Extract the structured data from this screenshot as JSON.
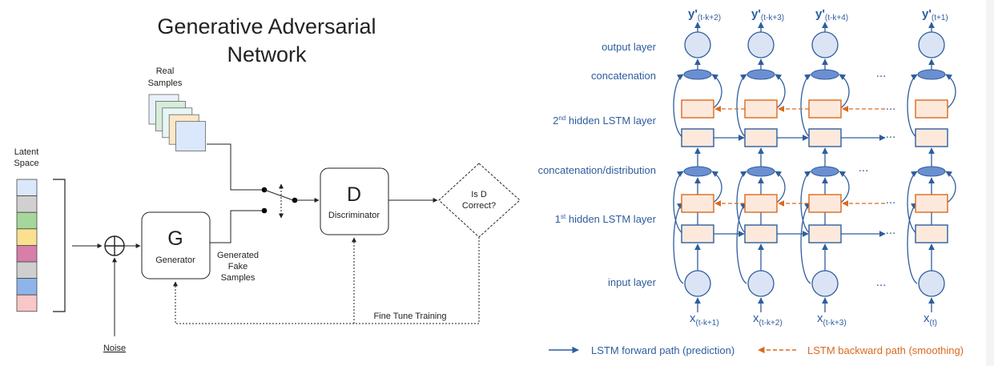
{
  "gan": {
    "title_line1": "Generative Adversarial",
    "title_line2": "Network",
    "real_samples": [
      "Real",
      "Samples"
    ],
    "latent_space": [
      "Latent",
      "Space"
    ],
    "latent_colors": [
      "#dbe8fb",
      "#d0d0d0",
      "#a6d69b",
      "#fbe08f",
      "#d77fa8",
      "#cfcfcf",
      "#8eb4ea",
      "#f8c7c7"
    ],
    "sample_colors": [
      "#e8f1fb",
      "#d7ecd9",
      "#e6f6f4",
      "#fce7c8",
      "#dbe8fb"
    ],
    "generator_letter": "G",
    "generator_label": "Generator",
    "discriminator_letter": "D",
    "discriminator_label": "Discriminator",
    "generated_fake": [
      "Generated",
      "Fake",
      "Samples"
    ],
    "decision": [
      "Is D",
      "Correct?"
    ],
    "noise_label": "Noise",
    "fine_tune_label": "Fine Tune Training"
  },
  "lstm": {
    "outputs": [
      {
        "main": "y'",
        "sub": "(t-k+2)"
      },
      {
        "main": "y'",
        "sub": "(t-k+3)"
      },
      {
        "main": "y'",
        "sub": "(t-k+4)"
      },
      {
        "main": "y'",
        "sub": "(t+1)"
      }
    ],
    "inputs": [
      {
        "main": "x",
        "sub": "(t-k+1)"
      },
      {
        "main": "x",
        "sub": "(t-k+2)"
      },
      {
        "main": "x",
        "sub": "(t-k+3)"
      },
      {
        "main": "x",
        "sub": "(t)"
      }
    ],
    "layer_labels": {
      "output": "output layer",
      "concat_top": "concatenation",
      "hidden2_prefix": "2",
      "hidden2_sup": "nd",
      "hidden2_rest": " hidden LSTM layer",
      "concat_dist": "concatenation/distribution",
      "hidden1_prefix": "1",
      "hidden1_sup": "st",
      "hidden1_rest": " hidden LSTM layer",
      "input": "input layer"
    },
    "ellipsis": "...",
    "legend_forward": "LSTM forward path (prediction)",
    "legend_backward": "LSTM backward path (smoothing)",
    "colors": {
      "blue": "#2f5d9e",
      "orange": "#d9691f",
      "cell_fill": "#fde9dc",
      "node_fill": "#dbe4f4"
    }
  }
}
